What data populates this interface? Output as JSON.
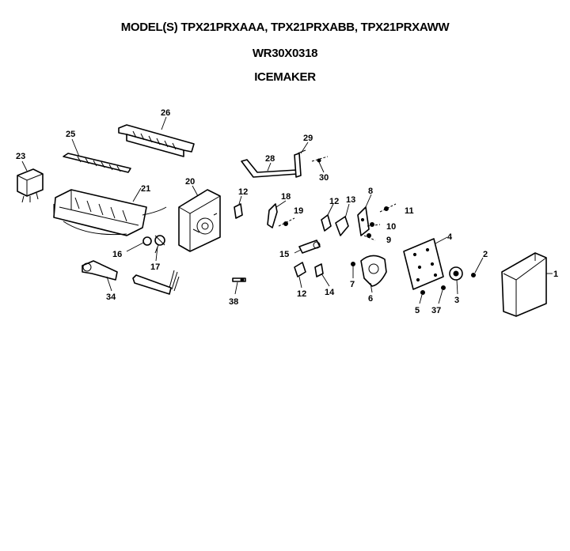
{
  "header": {
    "models": "MODEL(S) TPX21PRXAAA, TPX21PRXABB, TPX21PRXAWW",
    "part_number": "WR30X0318",
    "assembly": "ICEMAKER"
  },
  "callouts": {
    "p1": "1",
    "p2": "2",
    "p3": "3",
    "p4": "4",
    "p5": "5",
    "p6": "6",
    "p7": "7",
    "p8": "8",
    "p9": "9",
    "p10": "10",
    "p11": "11",
    "p12a": "12",
    "p12b": "12",
    "p12c": "12",
    "p13": "13",
    "p14": "14",
    "p15": "15",
    "p16": "16",
    "p17": "17",
    "p18": "18",
    "p19": "19",
    "p20": "20",
    "p21": "21",
    "p23": "23",
    "p25": "25",
    "p26": "26",
    "p28": "28",
    "p29": "29",
    "p30": "30",
    "p34": "34",
    "p37": "37",
    "p38": "38"
  }
}
